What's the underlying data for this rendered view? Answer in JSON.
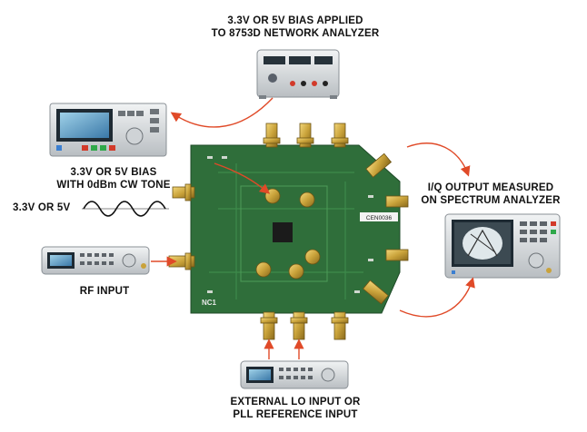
{
  "labels": {
    "top_line1": "3.3V OR 5V BIAS APPLIED",
    "top_line2": "TO 8753D NETWORK ANALYZER",
    "bias_line1": "3.3V OR 5V BIAS",
    "bias_line2": "WITH 0dBm CW TONE",
    "bias_small": "3.3V OR 5V",
    "rf_input": "RF INPUT",
    "iq_line1": "I/Q OUTPUT MEASURED",
    "iq_line2": "ON SPECTRUM ANALYZER",
    "lo_line1": "EXTERNAL LO INPUT OR",
    "lo_line2": "PLL REFERENCE INPUT"
  },
  "board": {
    "label_tag": "CEN0036",
    "silk_text": "NC1"
  },
  "colors": {
    "board": "#2f6e3a",
    "arrow": "#e04a28",
    "connector": "#c9a23a",
    "instrument": "#d9dde0"
  }
}
